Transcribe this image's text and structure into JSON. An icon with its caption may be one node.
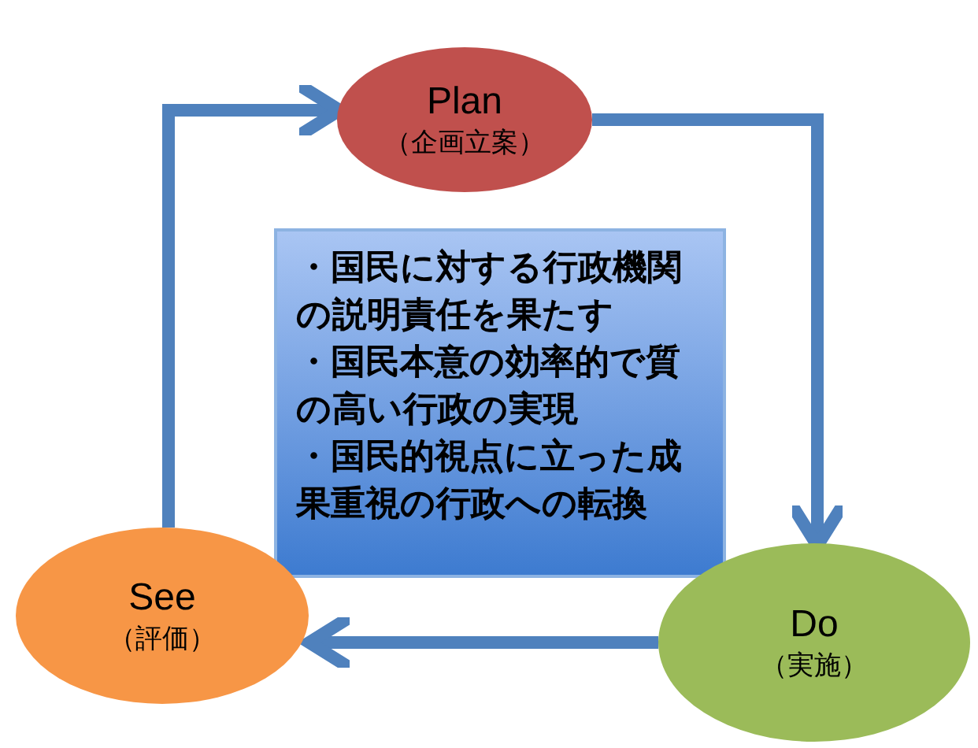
{
  "diagram": {
    "nodes": [
      {
        "text": [
          "Plan",
          "（企画立案）"
        ]
      },
      {
        "text": [
          "・国民に対する行政機関の説明責任を果たす",
          "・国民本意の効率的で質の高い行政の実現",
          "・国民的視点に立った成果重視の行政への転換"
        ]
      },
      {
        "text": [
          "Do",
          "（実施）"
        ]
      },
      {
        "text": [
          "See",
          "（評価）"
        ]
      }
    ],
    "edges": [
      {
        "from": 0,
        "to": 2,
        "arrow": "to"
      },
      {
        "from": 2,
        "to": 3,
        "arrow": "to"
      },
      {
        "from": 3,
        "to": 0,
        "arrow": "to"
      }
    ]
  }
}
